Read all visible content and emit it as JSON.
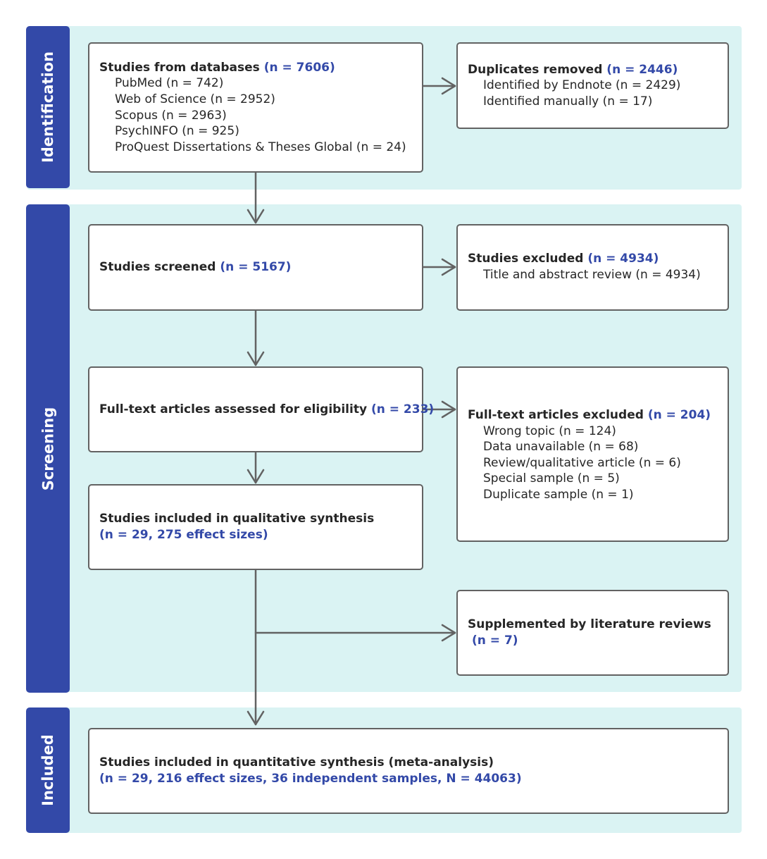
{
  "colors": {
    "band_fill": "#daf3f3",
    "tab_fill": "#3349a8",
    "count_text": "#3349a8",
    "box_border": "#626262"
  },
  "stages": {
    "identification": "Identification",
    "screening": "Screening",
    "included": "Included"
  },
  "boxes": {
    "databases": {
      "title": "Studies from databases",
      "count": "(n = 7606)",
      "items": [
        "PubMed (n = 742)",
        "Web of Science (n = 2952)",
        "Scopus (n = 2963)",
        "PsychINFO (n = 925)",
        "ProQuest Dissertations & Theses Global (n = 24)"
      ]
    },
    "duplicates": {
      "title": "Duplicates removed",
      "count": "(n = 2446)",
      "items": [
        "Identified by Endnote (n = 2429)",
        "Identified manually (n = 17)"
      ]
    },
    "screened": {
      "title": "Studies screened",
      "count": "(n = 5167)"
    },
    "excluded": {
      "title": "Studies excluded",
      "count": "(n = 4934)",
      "items": [
        "Title and abstract review (n = 4934)"
      ]
    },
    "fulltext": {
      "title": "Full-text articles assessed for eligibility",
      "count": "(n = 233)"
    },
    "fulltext_excluded": {
      "title": "Full-text articles excluded",
      "count": "(n = 204)",
      "items": [
        "Wrong topic (n = 124)",
        "Data unavailable (n = 68)",
        "Review/qualitative article (n = 6)",
        "Special sample (n = 5)",
        "Duplicate sample (n = 1)"
      ]
    },
    "qualitative": {
      "title": "Studies included in qualitative synthesis",
      "count": "(n = 29, 275 effect sizes)"
    },
    "supplemented": {
      "title": "Supplemented by literature reviews",
      "count": "(n = 7)"
    },
    "quantitative": {
      "title": "Studies included in quantitative synthesis (meta-analysis)",
      "count": "(n = 29, 216 effect sizes,  36 independent samples, N = 44063)"
    }
  }
}
